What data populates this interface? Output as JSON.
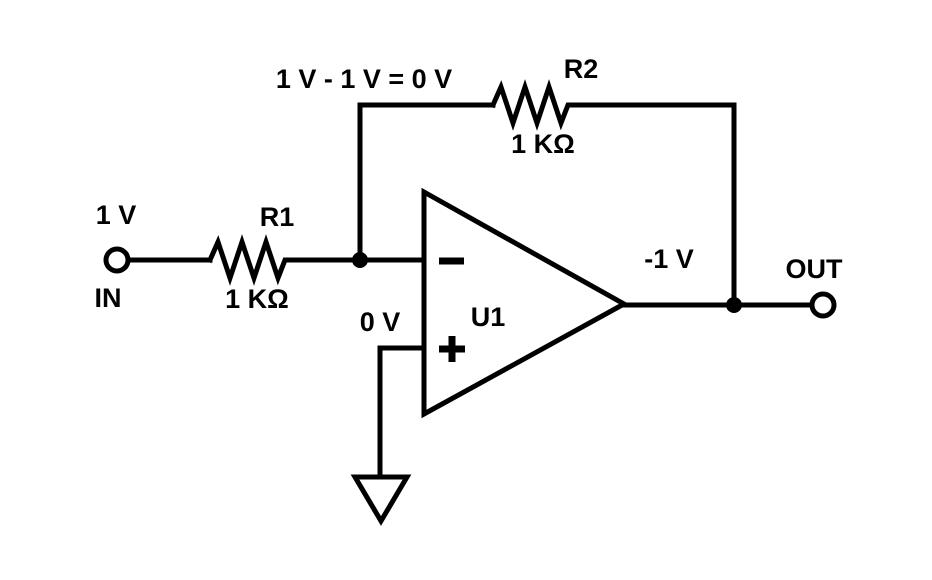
{
  "diagram": {
    "type": "circuit-schematic",
    "description": "Inverting op-amp amplifier with unity gain (gain = -R2/R1)",
    "colors": {
      "line": "#000000",
      "background": "#ffffff"
    },
    "labels": {
      "input_voltage": "1 V",
      "input_terminal": "IN",
      "r1_name": "R1",
      "r1_value": "1 KΩ",
      "feedback_note": "1 V - 1 V = 0 V",
      "r2_name": "R2",
      "r2_value": "1 KΩ",
      "noninverting_voltage": "0 V",
      "opamp_name": "U1",
      "output_voltage": "-1 V",
      "output_terminal": "OUT"
    },
    "components": [
      {
        "id": "IN",
        "type": "input-terminal",
        "voltage": "1 V"
      },
      {
        "id": "R1",
        "type": "resistor",
        "value": "1 KΩ",
        "connects": [
          "IN",
          "U1 inverting input"
        ]
      },
      {
        "id": "R2",
        "type": "resistor",
        "value": "1 KΩ",
        "connects": [
          "U1 inverting input",
          "OUT"
        ],
        "note": "1 V - 1 V = 0 V"
      },
      {
        "id": "U1",
        "type": "op-amp",
        "noninverting_input": "0 V (grounded)",
        "output": "-1 V"
      },
      {
        "id": "GND",
        "type": "ground",
        "connects": [
          "U1 noninverting input"
        ]
      },
      {
        "id": "OUT",
        "type": "output-terminal",
        "voltage": "-1 V"
      }
    ]
  }
}
